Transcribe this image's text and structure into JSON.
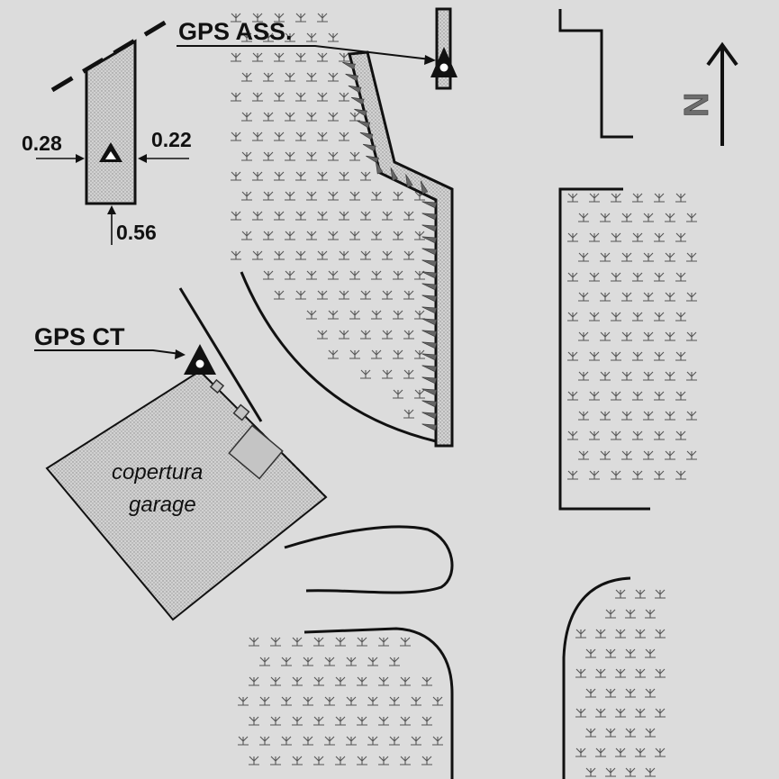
{
  "labels": {
    "gps_ass": "GPS ASS.",
    "gps_ct": "GPS CT",
    "building_line1": "copertura",
    "building_line2": "garage",
    "north": "N"
  },
  "dimensions": {
    "left": "0.28",
    "right": "0.22",
    "bottom": "0.56"
  },
  "colors": {
    "background": "#dcdcdc",
    "line": "#111111",
    "fill_light": "#cfcfcf",
    "vegetation": "#555555"
  }
}
